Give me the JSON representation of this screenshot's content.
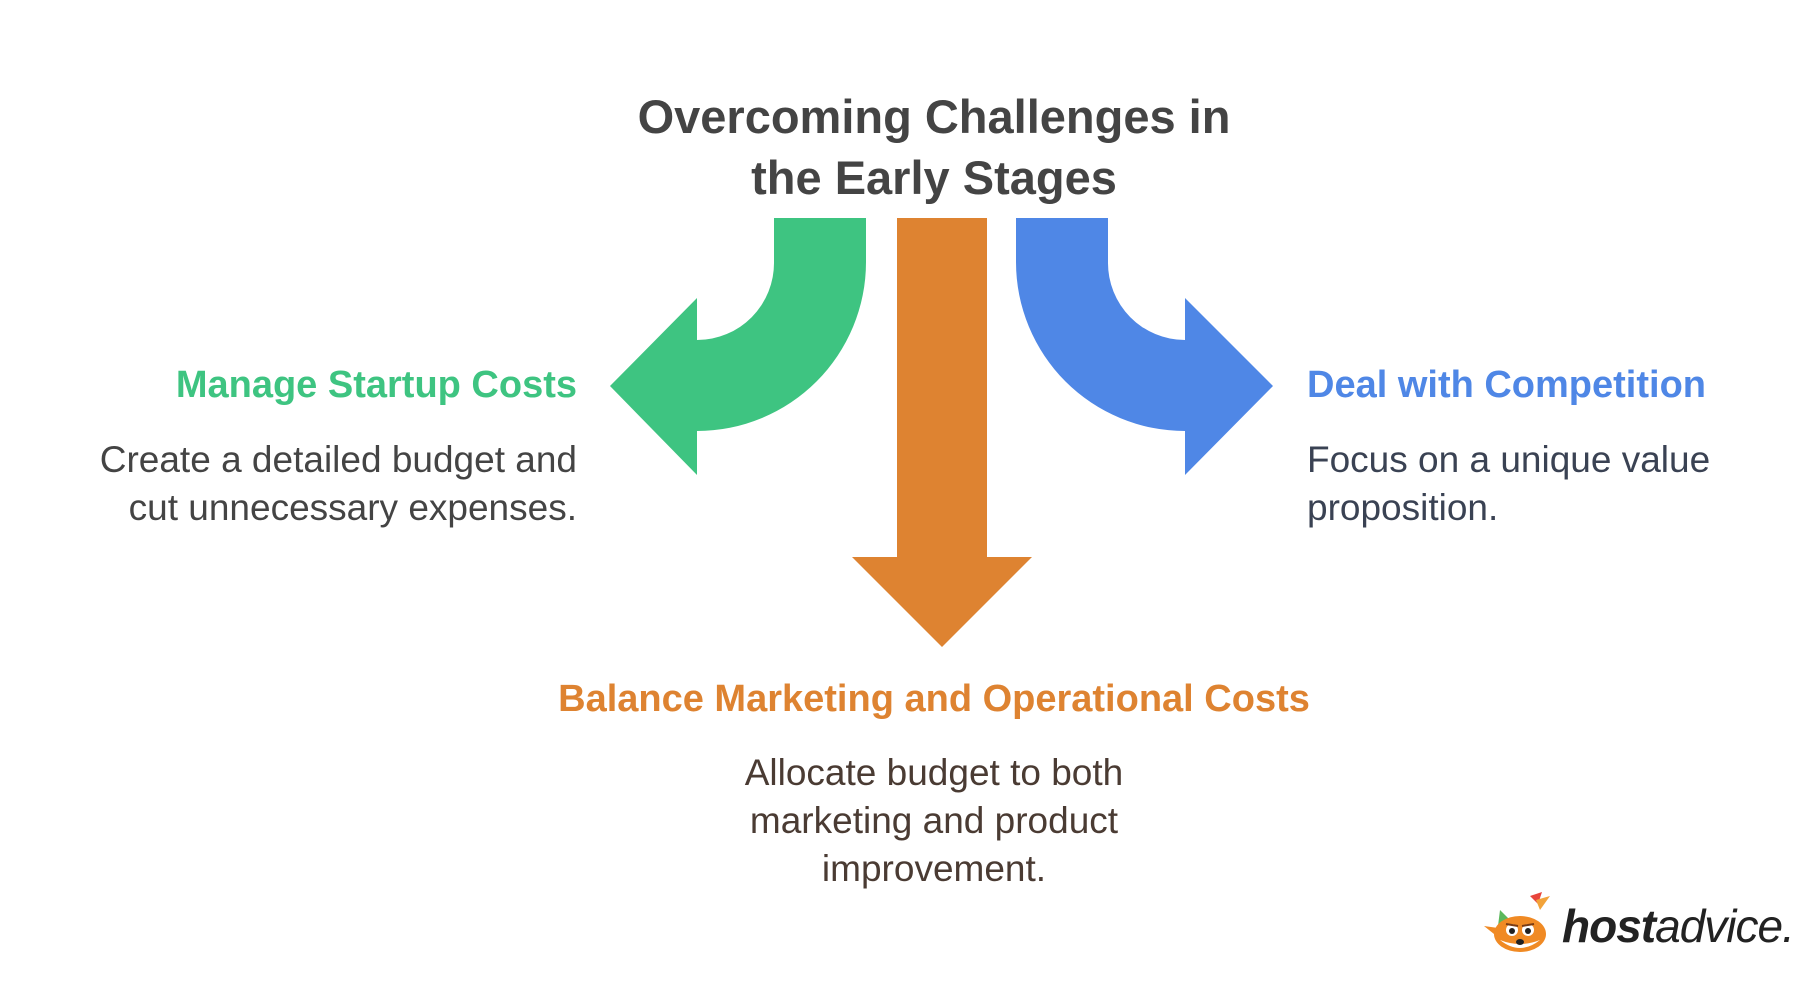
{
  "title": {
    "line1": "Overcoming Challenges in",
    "line2": "the Early Stages"
  },
  "left": {
    "heading": "Manage Startup Costs",
    "desc_line1": "Create a detailed budget and",
    "desc_line2": "cut unnecessary expenses."
  },
  "right": {
    "heading": "Deal with Competition",
    "desc_line1": "Focus on a unique value",
    "desc_line2": "proposition."
  },
  "bottom": {
    "heading": "Balance Marketing and Operational Costs",
    "desc_line1": "Allocate budget to both",
    "desc_line2": "marketing and product",
    "desc_line3": "improvement."
  },
  "logo": {
    "bold": "host",
    "rest": "advice."
  },
  "colors": {
    "green": "#3ec481",
    "orange": "#de8331",
    "blue": "#4f87e6",
    "title": "#444444"
  },
  "icons": [
    "arrow-left-curved-icon",
    "arrow-down-icon",
    "arrow-right-curved-icon",
    "fox-mascot-icon"
  ]
}
